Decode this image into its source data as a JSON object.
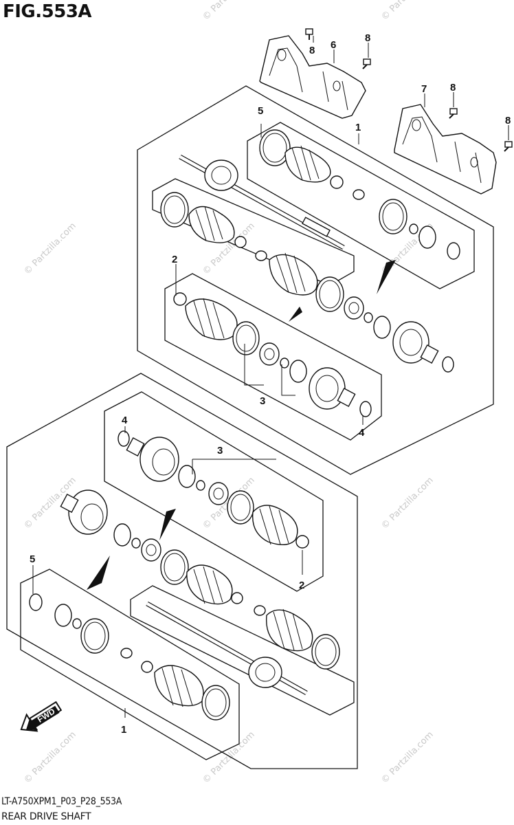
{
  "figure": {
    "title": "FIG.553A",
    "code": "LT-A750XPM1_P03_P28_553A",
    "name": "REAR DRIVE SHAFT"
  },
  "callouts": [
    {
      "id": "c1a",
      "label": "1"
    },
    {
      "id": "c1b",
      "label": "1"
    },
    {
      "id": "c2a",
      "label": "2"
    },
    {
      "id": "c2b",
      "label": "2"
    },
    {
      "id": "c3a",
      "label": "3"
    },
    {
      "id": "c3b",
      "label": "3"
    },
    {
      "id": "c4a",
      "label": "4"
    },
    {
      "id": "c4b",
      "label": "4"
    },
    {
      "id": "c5a",
      "label": "5"
    },
    {
      "id": "c5b",
      "label": "5"
    },
    {
      "id": "c6",
      "label": "6"
    },
    {
      "id": "c7",
      "label": "7"
    },
    {
      "id": "c8a",
      "label": "8"
    },
    {
      "id": "c8b",
      "label": "8"
    },
    {
      "id": "c8c",
      "label": "8"
    },
    {
      "id": "c8d",
      "label": "8"
    }
  ],
  "watermark": "© Partzilla.com",
  "fwd_label": "FWD"
}
